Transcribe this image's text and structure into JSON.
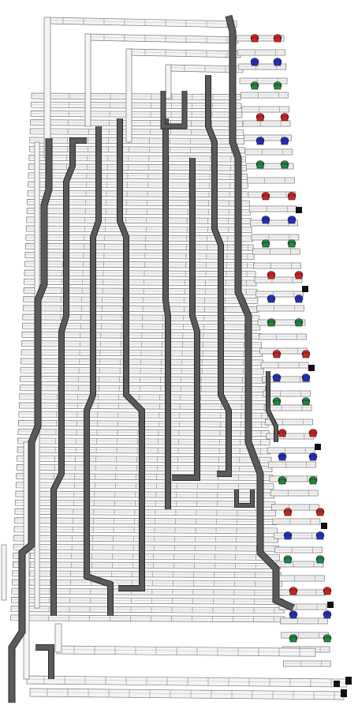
{
  "diagram": {
    "kind": "isometric-circuit-render",
    "colors": {
      "background": "#ffffff",
      "rail_fill": "#f4f4f4",
      "rail_edge": "#777777",
      "wire_fill": "#5a5a5a",
      "wire_edge": "#2a2a2a",
      "red": "#d42020",
      "blue": "#1f2fc4",
      "green": "#1c8a3a",
      "terminal": "#111111"
    },
    "group_colors": [
      "red",
      "blue",
      "green"
    ],
    "group_count": 8
  }
}
